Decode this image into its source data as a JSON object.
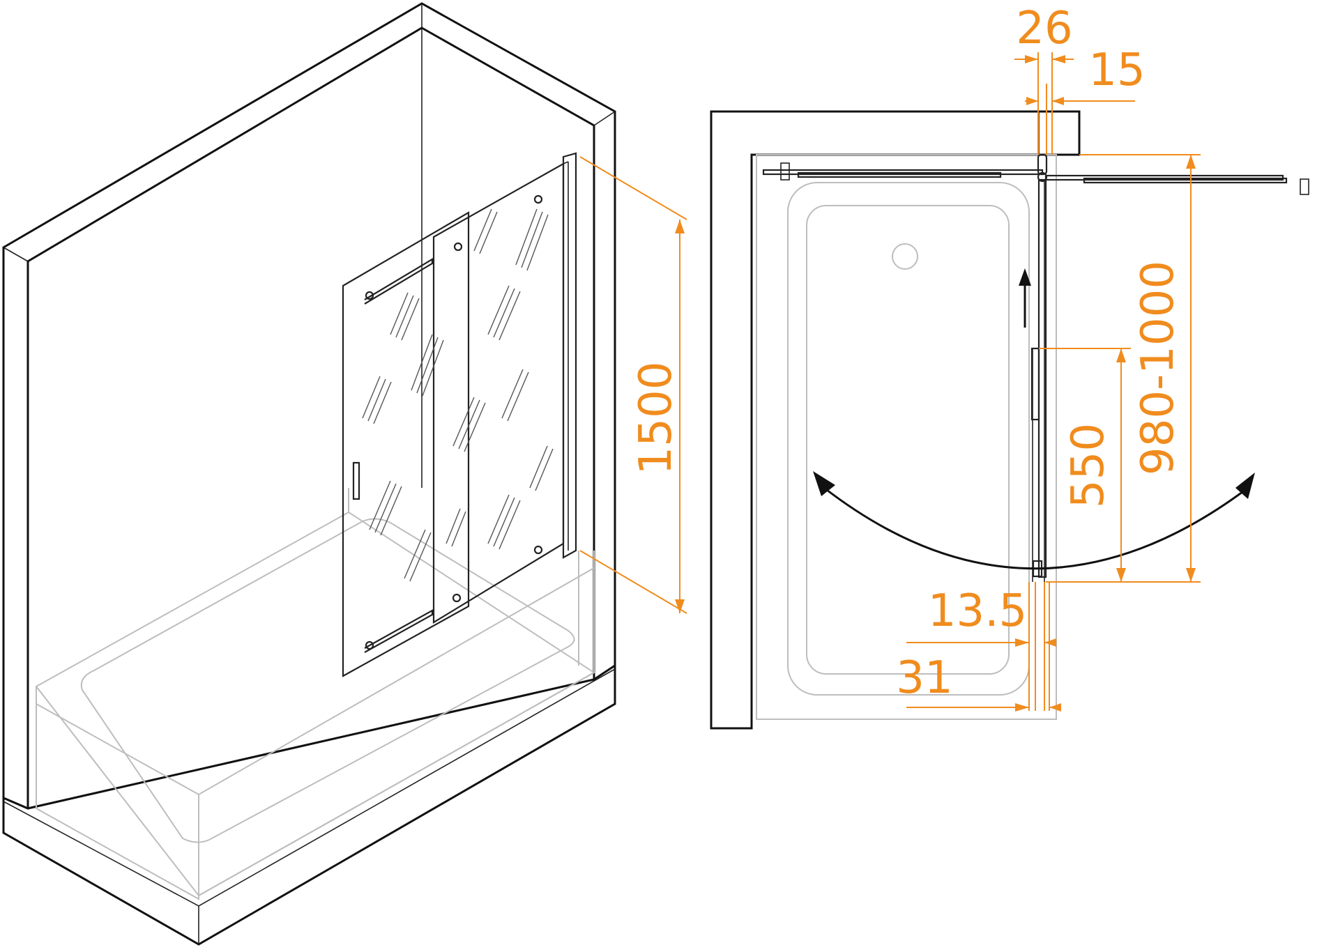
{
  "colors": {
    "dimension": "#f08c1e",
    "line": "#111111",
    "bathtub": "#bdbdbd"
  },
  "isometric_view": {
    "height_label": "1500"
  },
  "plan_view": {
    "top_width_label": "26",
    "top_gap_label": "15",
    "span_label": "980-1000",
    "panel_label": "550",
    "profile_a_label": "13.5",
    "profile_b_label": "31"
  }
}
